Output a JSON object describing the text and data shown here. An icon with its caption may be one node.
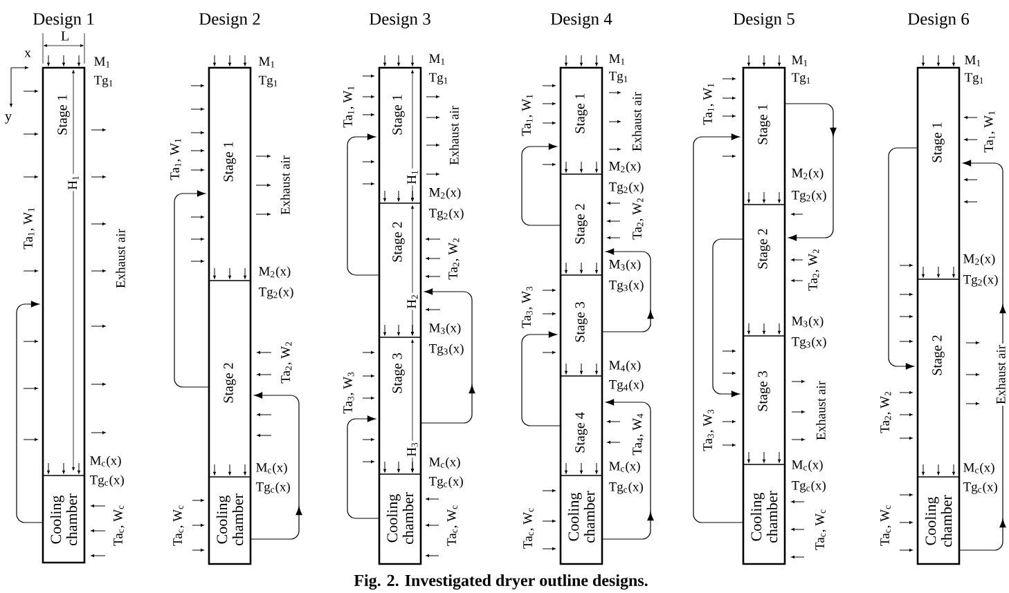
{
  "diagram": {
    "caption": "Fig. 2. Investigated dryer outline designs.",
    "nodes": [
      {
        "text": [
          "Design 1"
        ]
      },
      {
        "text": [
          "Stage 1"
        ],
        "in": 0,
        "beside": [
          "M$_{1}$",
          "Tg$_{1}$",
          "Ta$_{1}$, W$_{1}$",
          "Exhaust air"
        ]
      },
      {
        "text": [
          "Cooling chamber"
        ],
        "in": 0,
        "beside": [
          "Ta$_{c}$, W$_{c}$"
        ]
      },
      {
        "text": [
          "Design 2"
        ]
      },
      {
        "text": [
          "Stage 1"
        ],
        "in": 3,
        "beside": [
          "M$_{1}$",
          "Tg$_{1}$",
          "Ta$_{1}$, W$_{1}$",
          "Exhaust air"
        ]
      },
      {
        "text": [
          "Stage 2"
        ],
        "in": 3,
        "beside": [
          "Ta$_{2}$, W$_{2}$"
        ]
      },
      {
        "text": [
          "Cooling chamber"
        ],
        "in": 3,
        "beside": [
          "Ta$_{c}$, W$_{c}$"
        ]
      },
      {
        "text": [
          "Design 3"
        ]
      },
      {
        "text": [
          "Stage 1"
        ],
        "in": 7,
        "beside": [
          "M$_{1}$",
          "Tg$_{1}$",
          "Ta$_{1}$, W$_{1}$",
          "Exhaust air"
        ]
      },
      {
        "text": [
          "Stage 2"
        ],
        "in": 7,
        "beside": [
          "Ta$_{2}$, W$_{2}$"
        ]
      },
      {
        "text": [
          "Stage 3"
        ],
        "in": 7,
        "beside": [
          "Ta$_{3}$, W$_{3}$"
        ]
      },
      {
        "text": [
          "Cooling chamber"
        ],
        "in": 7,
        "beside": [
          "Ta$_{c}$, W$_{c}$"
        ]
      },
      {
        "text": [
          "Design 4"
        ]
      },
      {
        "text": [
          "Stage 1"
        ],
        "in": 12,
        "beside": [
          "M$_{1}$",
          "Tg$_{1}$",
          "Ta$_{1}$, W$_{1}$",
          "Exhaust air"
        ]
      },
      {
        "text": [
          "Stage 2"
        ],
        "in": 12,
        "beside": [
          "Ta$_{2}$, W$_{2}$"
        ]
      },
      {
        "text": [
          "Stage 3"
        ],
        "in": 12,
        "beside": [
          "Ta$_{3}$, W$_{3}$"
        ]
      },
      {
        "text": [
          "Stage 4"
        ],
        "in": 12,
        "beside": [
          "Ta$_{4}$, W$_{4}$"
        ]
      },
      {
        "text": [
          "Cooling chamber"
        ],
        "in": 12,
        "beside": [
          "Ta$_{c}$, W$_{c}$"
        ]
      },
      {
        "text": [
          "Design 5"
        ]
      },
      {
        "text": [
          "Stage 1"
        ],
        "in": 18,
        "beside": [
          "M$_{1}$",
          "Tg$_{1}$",
          "Ta$_{1}$, W$_{1}$"
        ]
      },
      {
        "text": [
          "Stage 2"
        ],
        "in": 18,
        "beside": [
          "Ta$_{2}$, W$_{2}$"
        ]
      },
      {
        "text": [
          "Stage 3"
        ],
        "in": 18,
        "beside": [
          "Ta$_{3}$, W$_{3}$",
          "Exhaust air"
        ]
      },
      {
        "text": [
          "Cooling chamber"
        ],
        "in": 18,
        "beside": [
          "Ta$_{c}$, W$_{c}$"
        ]
      },
      {
        "text": [
          "Design 6"
        ]
      },
      {
        "text": [
          "Stage 1"
        ],
        "in": 23,
        "beside": [
          "M$_{1}$",
          "Tg$_{1}$",
          "Ta$_{1}$, W$_{1}$"
        ]
      },
      {
        "text": [
          "Stage 2"
        ],
        "in": 23,
        "beside": [
          "Ta$_{2}$, W$_{2}$"
        ]
      },
      {
        "text": [
          "Cooling chamber"
        ],
        "in": 23,
        "beside": [
          "Ta$_{c}$, W$_{c}$"
        ]
      }
    ],
    "edges": [
      {
        "from": 2,
        "to": 1,
        "arrow": "to"
      },
      {
        "from": 5,
        "to": 4,
        "arrow": "to"
      },
      {
        "from": 6,
        "to": 5,
        "arrow": "to"
      },
      {
        "from": 9,
        "to": 8,
        "arrow": "to"
      },
      {
        "from": 10,
        "to": 9,
        "arrow": "to"
      },
      {
        "from": 11,
        "to": 10,
        "arrow": "to"
      },
      {
        "from": 14,
        "to": 13,
        "arrow": "to"
      },
      {
        "from": 15,
        "to": 14,
        "arrow": "to"
      },
      {
        "from": 16,
        "to": 15,
        "arrow": "to"
      },
      {
        "from": 17,
        "to": 16,
        "arrow": "to"
      },
      {
        "from": 22,
        "to": 19,
        "arrow": "to"
      },
      {
        "from": 19,
        "to": 20,
        "arrow": "to"
      },
      {
        "from": 20,
        "to": 21,
        "arrow": "to"
      },
      {
        "from": 24,
        "to": 25,
        "arrow": "to"
      },
      {
        "from": 26,
        "to": 24,
        "arrow": "to",
        "label": "Exhaust air"
      }
    ],
    "labels": [
      "L",
      "x",
      "y",
      "H$_{1}$",
      "M$_{c}$(x)",
      "Tg$_{c}$(x)",
      "M$_{2}$(x)",
      "Tg$_{2}$(x)",
      "M$_{c}$(x)",
      "Tg$_{c}$(x)",
      "H$_{1}$",
      "M$_{2}$(x)",
      "Tg$_{2}$(x)",
      "H$_{2}$",
      "M$_{3}$(x)",
      "Tg$_{3}$(x)",
      "H$_{3}$",
      "M$_{c}$(x)",
      "Tg$_{c}$(x)",
      "M$_{2}$(x)",
      "Tg$_{2}$(x)",
      "M$_{3}$(x)",
      "Tg$_{3}$(x)",
      "M$_{4}$(x)",
      "Tg$_{4}$(x)",
      "M$_{c}$(x)",
      "Tg$_{c}$(x)",
      "M$_{2}$(x)",
      "Tg$_{2}$(x)",
      "M$_{3}$(x)",
      "Tg$_{3}$(x)",
      "M$_{c}$(x)",
      "Tg$_{c}$(x)",
      "M$_{2}$(x)",
      "Tg$_{2}$(x)",
      "M$_{c}$(x)",
      "Tg$_{c}$(x)"
    ]
  }
}
